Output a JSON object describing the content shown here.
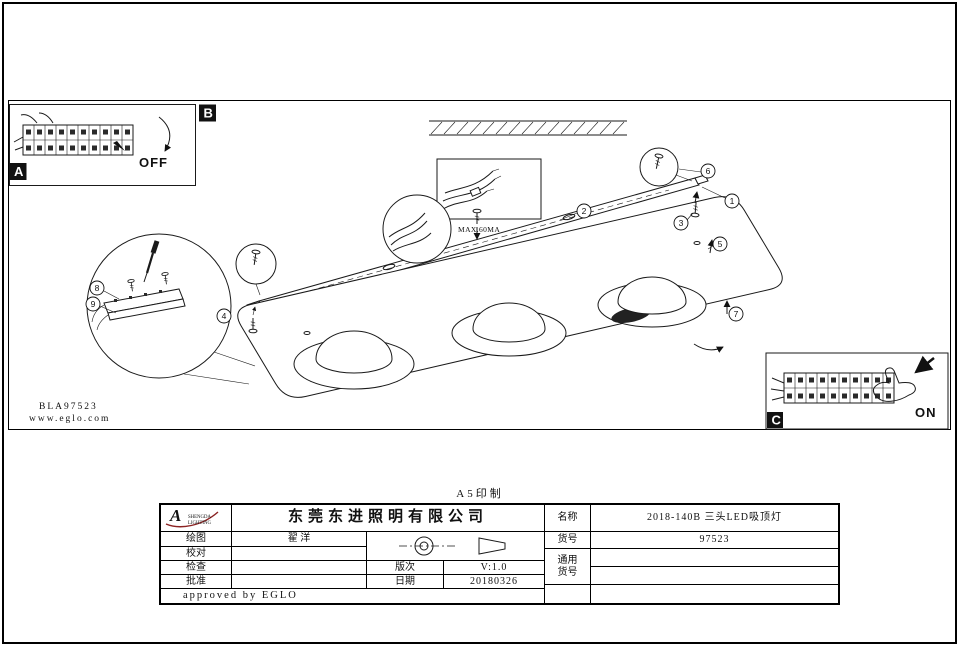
{
  "colors": {
    "ink": "#1a1a1a",
    "logo_red": "#8b2222"
  },
  "print_note": "A5印制",
  "diagram": {
    "insets": {
      "a": "A",
      "b": "B",
      "c": "C",
      "off": "OFF",
      "on": "ON"
    },
    "max_note": "MAX.60MA",
    "model": "BLA97523",
    "website": "www.eglo.com",
    "callouts": [
      "1",
      "2",
      "3",
      "4",
      "5",
      "6",
      "7",
      "8",
      "9"
    ]
  },
  "titleblock": {
    "logo": {
      "mark": "A",
      "line1": "SHENGDA",
      "line2": "LIGHTING"
    },
    "company": "东莞东进照明有限公司",
    "left": {
      "draw_label": "绘图",
      "draw_value": "翟 洋",
      "check_label": "校对",
      "check_value": "",
      "inspect_label": "检查",
      "inspect_value": "",
      "approve_label": "批准",
      "approve_value": "",
      "footer": "approved by EGLO"
    },
    "middle": {
      "version_label": "版次",
      "version_value": "V:1.0",
      "date_label": "日期",
      "date_value": "20180326"
    },
    "right": {
      "name_label": "名称",
      "name_value": "2018-140B 三头LED吸顶灯",
      "item_label": "货号",
      "item_value": "97523",
      "generic_label_l1": "通用",
      "generic_label_l2": "货号"
    }
  }
}
